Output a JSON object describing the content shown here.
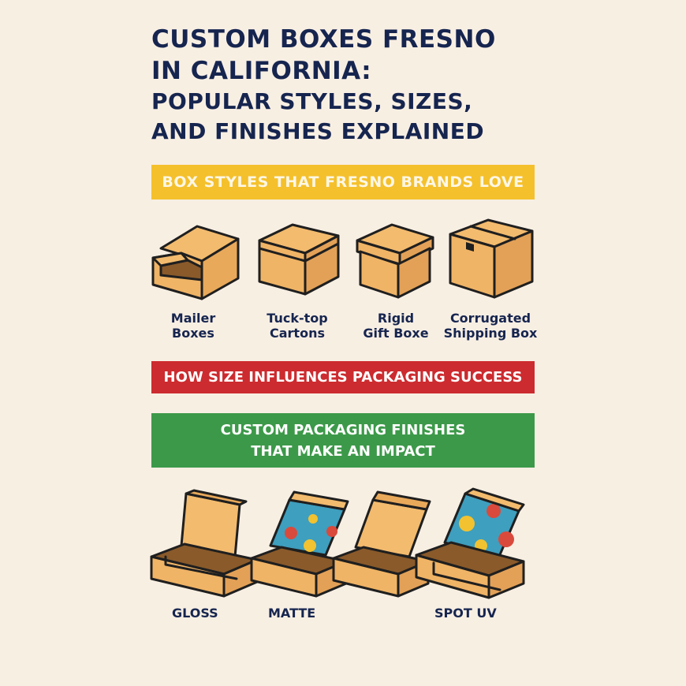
{
  "title": {
    "line1": "CUSTOM BOXES FRESNO",
    "line2": "IN CALIFORNIA:",
    "line3": "POPULAR STYLES, SIZES,",
    "line4": "AND FINISHES EXPLAINED"
  },
  "sections": {
    "styles_heading": "BOX STYLES THAT FRESNO BRANDS LOVE",
    "size_heading": "HOW SIZE INFLUENCES PACKAGING SUCCESS",
    "finishes_heading_line1": "CUSTOM PACKAGING FINISHES",
    "finishes_heading_line2": "THAT MAKE AN IMPACT"
  },
  "box_styles": [
    {
      "line1": "Mailer",
      "line2": "Boxes",
      "icon": "mailer-box-icon"
    },
    {
      "line1": "Tuck-top",
      "line2": "Cartons",
      "icon": "tuck-top-carton-icon"
    },
    {
      "line1": "Rigid",
      "line2": "Gift Boxe",
      "icon": "rigid-gift-box-icon"
    },
    {
      "line1": "Corrugated",
      "line2": "Shipping Box",
      "icon": "shipping-box-icon"
    }
  ],
  "finishes": [
    {
      "label": "GLOSS",
      "icon": "open-box-icon"
    },
    {
      "label": "MATTE",
      "icon": "patterned-open-box-icon"
    },
    {
      "label": "",
      "icon": "open-box-icon"
    },
    {
      "label": "SPOT UV",
      "icon": "patterned-open-box-icon"
    }
  ],
  "colors": {
    "background": "#f8efe3",
    "navy": "#16254f",
    "yellow": "#f4c02c",
    "red": "#cc2b2f",
    "green": "#3c9949",
    "kraft": "#eeb063",
    "kraft_dark": "#d99a4c"
  }
}
